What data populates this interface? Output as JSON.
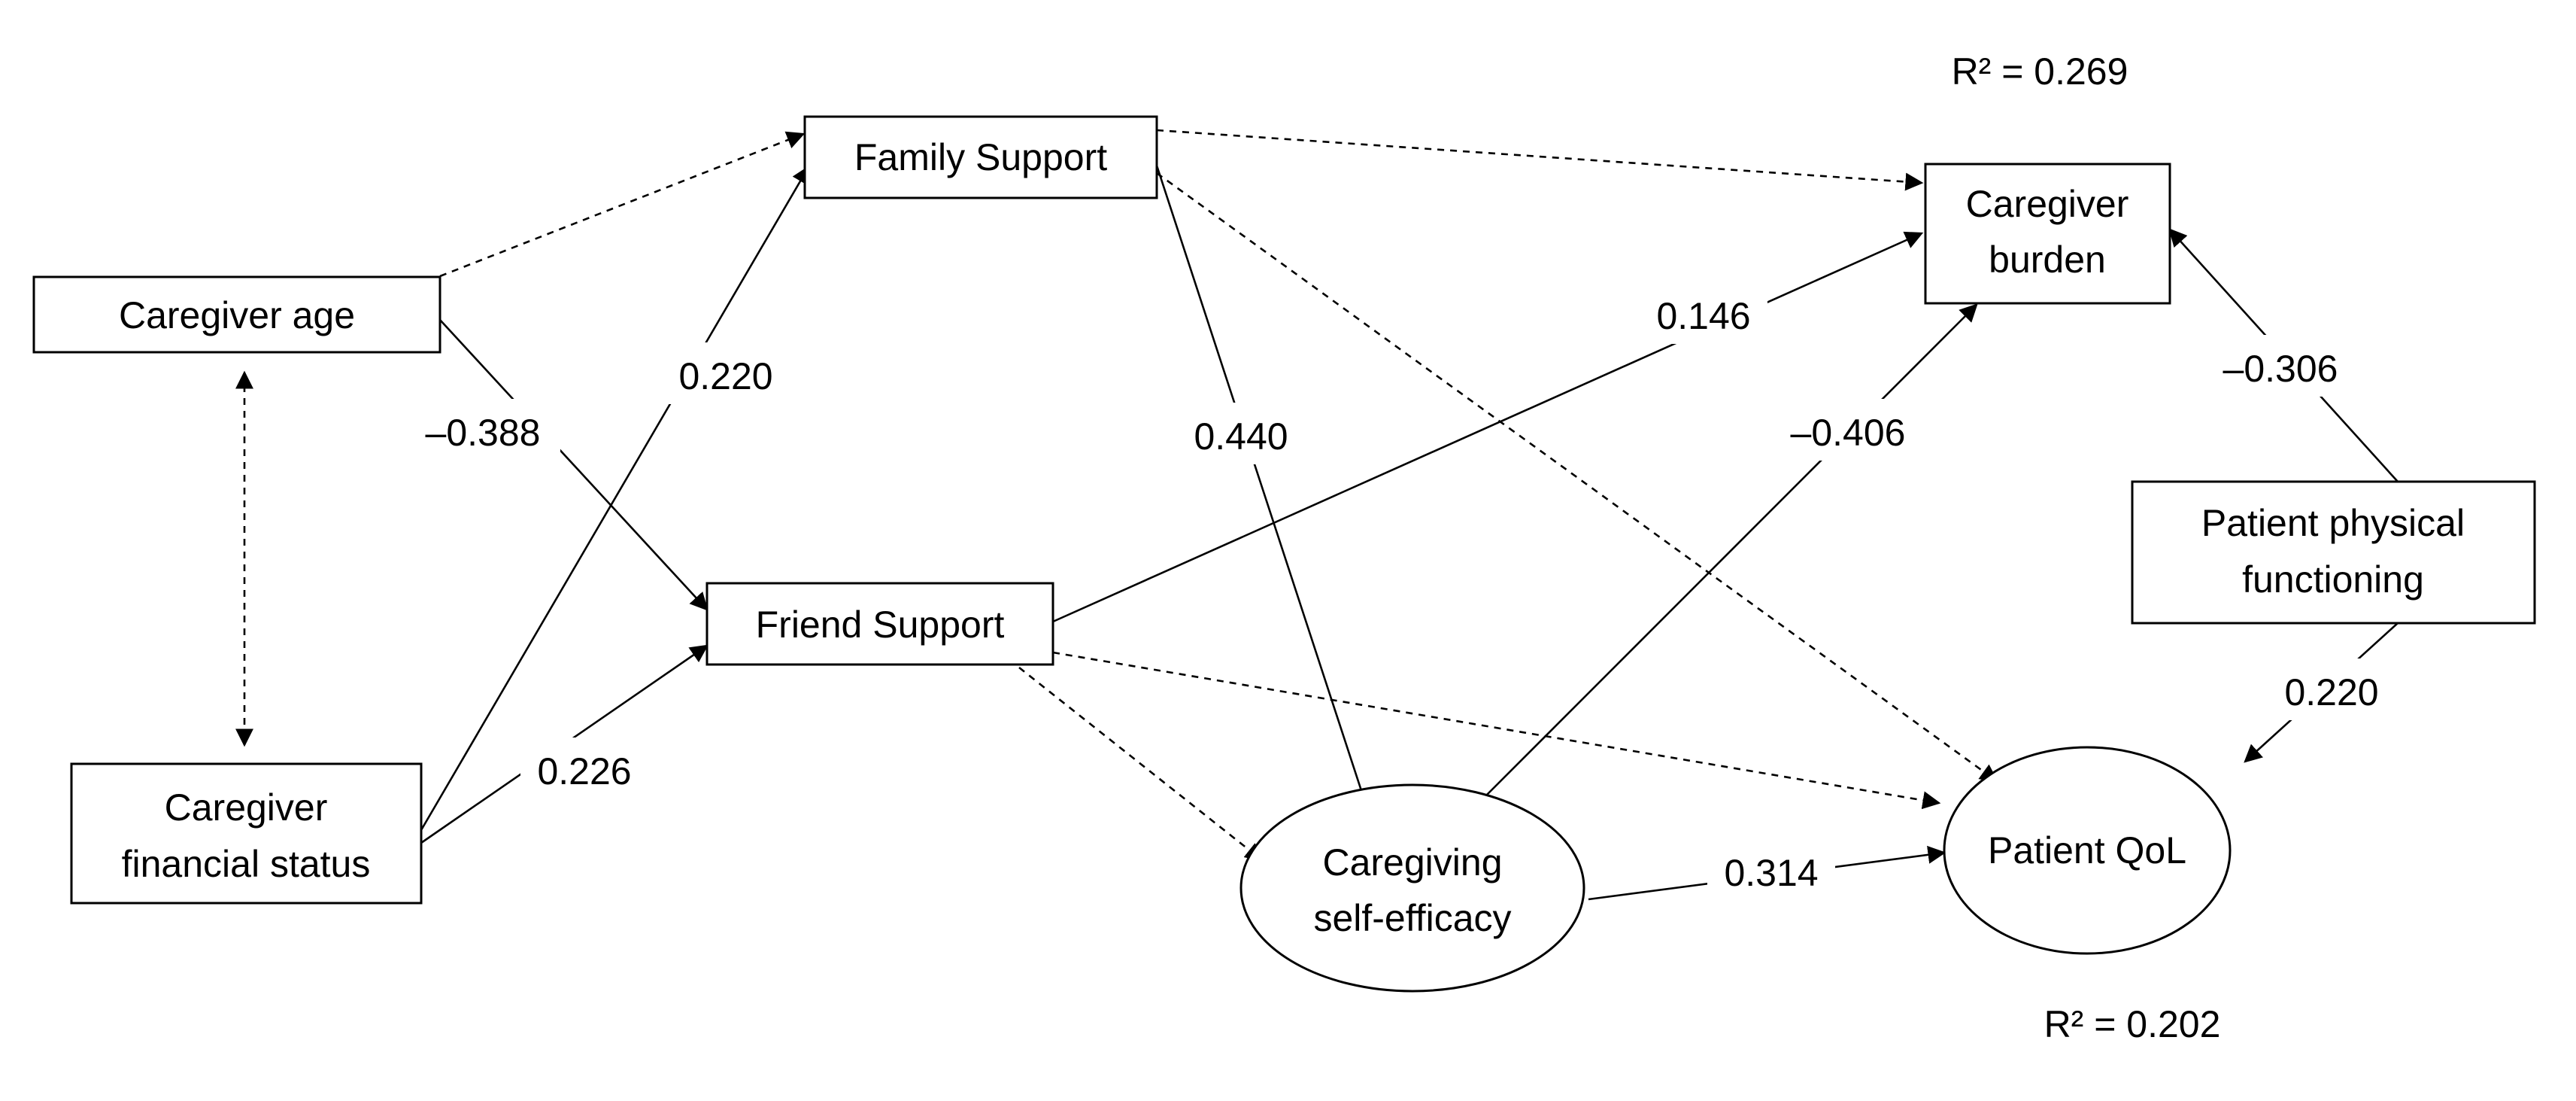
{
  "nodes": {
    "caregiver_age": "Caregiver age",
    "financial_status": [
      "Caregiver",
      "financial status"
    ],
    "family_support": "Family Support",
    "friend_support": "Friend Support",
    "caregiving_self_efficacy": [
      "Caregiving",
      "self-efficacy"
    ],
    "caregiver_burden": [
      "Caregiver",
      "burden"
    ],
    "patient_physical_functioning": [
      "Patient physical",
      "functioning"
    ],
    "patient_qol": "Patient QoL"
  },
  "coefficients": {
    "age_to_friend": "–0.388",
    "financial_to_family": "0.220",
    "financial_to_friend": "0.226",
    "family_to_self_efficacy": "0.440",
    "friend_to_burden": "0.146",
    "self_efficacy_to_burden": "–0.406",
    "physical_to_burden": "–0.306",
    "physical_to_qol": "0.220",
    "self_efficacy_to_qol": "0.314"
  },
  "r_squared": {
    "burden": "R² = 0.269",
    "qol": "R² = 0.202"
  }
}
